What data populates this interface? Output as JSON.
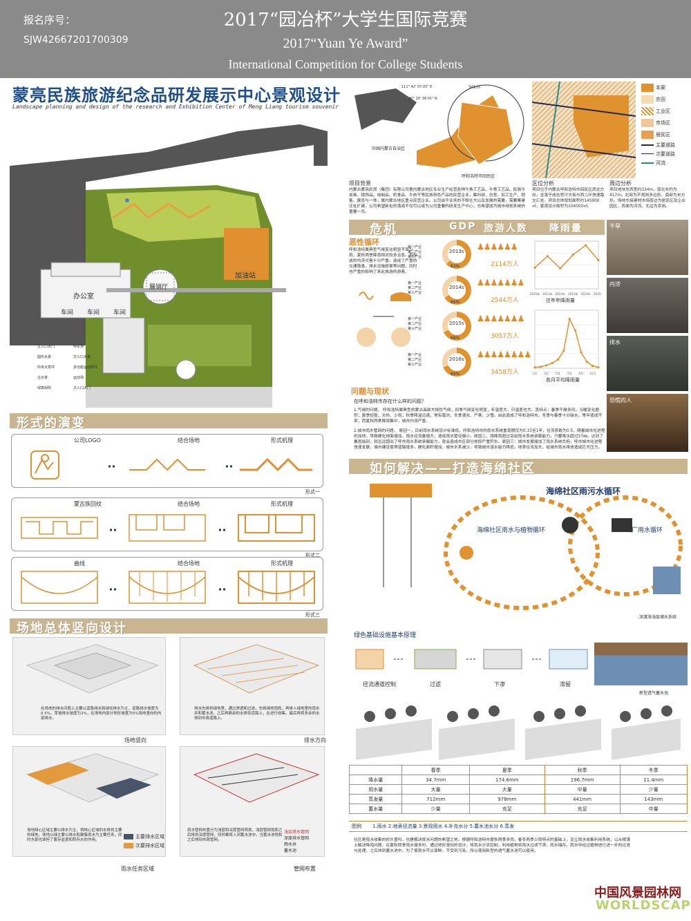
{
  "header": {
    "reg_label": "报名序号：",
    "reg_code": "SJW42667201700309",
    "title_cn": "2017“园冶杯”大学生国际竞赛",
    "title_en": "2017“Yuan Ye Award”",
    "subtitle_en": "International Competition for College Students"
  },
  "project": {
    "title": "蒙亮民族旅游纪念品研发展示中心景观设计",
    "subtitle": "Landscape planning and design of the research and Exhibition Center of Meng Liang tourism souvenir"
  },
  "plan": {
    "labels": {
      "office": "办公室",
      "workshop": "车间",
      "showroom": "展销厅",
      "gas": "加油站"
    },
    "legend": [
      "主入口大门",
      "停车场",
      "圆形水景",
      "次入口水景",
      "中央大草坪",
      "多功能运动草坪",
      "主水景",
      "运动场",
      "绿篱树阵",
      "次入口大门"
    ]
  },
  "map": {
    "coord1": "111° 42' 07.05\" E",
    "coord2": "40° 29' 38.01\" N",
    "scale": "50km",
    "region": "中国内蒙古自治区",
    "city": "呼和浩特市回民区"
  },
  "zone_legend": [
    "本案",
    "农田",
    "工业区",
    "市场区",
    "居民区",
    "主要道路",
    "次要道路",
    "河流"
  ],
  "background": {
    "heading": "项目背景",
    "text": "内蒙古蒙亮民贸（集团）有限公司是内蒙古地区专业生产经营各种牛角工艺品、牛骨工艺品、民族牛皮画、银饰品、绒制品、奶食品、牛肉干等民族特色产品的民营企业，集科研、创意、加工生产、销售、展览与一体，属内蒙古地区重点民营企业。公司由于业务的不断壮大以及发展的需要，需要筹建迁址扩建。公司希望新址的落成不仅可以成为公司重要的研发生产中心，也希望成为城市绿地系统的重要一员。"
  },
  "location": {
    "heading": "区位分析",
    "text": "项目位于内蒙古呼和浩特市回民区西北方向，坐落于成吉思汗大街与西二环快速路交汇处。项目总体规划面积约145900㎡，景观设计面积为104000㎡。"
  },
  "surround": {
    "heading": "周边分析",
    "text": "项目地块东西宽约334m，南北长约为417m。北部为不规则多边形，南部为长方形。场地东接建材市场南边为居民区及企业园区，西面为河流，北边为农田。"
  },
  "crisis": {
    "band": "危机",
    "cycle": "恶性循环",
    "cycle_text": "呼和浩特属典型气候变化明显干旱少雨，夏秋两季降雨相对较多且急。其形成的内涝灾害十分严重。造成了严重的交通隐患，排水设施损害等问题，同时也严重的影响了来此旅游的游客。",
    "gdp_label": "GDP",
    "tour_label": "旅游人数",
    "rain_label": "降雨量",
    "gdp_rows": [
      {
        "year": "2013s",
        "pct": "63%",
        "people": "2114万人"
      },
      {
        "year": "2014s",
        "pct": "66%",
        "people": "2544万人"
      },
      {
        "year": "2015s",
        "pct": "68%",
        "people": "3057万人"
      },
      {
        "year": "2016s",
        "pct": "69%",
        "people": "3458万人"
      }
    ],
    "industry_legend": [
      "第一产业",
      "第二产业",
      "第三产业"
    ],
    "rain_year_title": "往年年降雨量",
    "rain_month_title": "各月平均降雨量",
    "side_labels": [
      "干旱",
      "内涝",
      "排水",
      "恐慌的人"
    ]
  },
  "chart_data": [
    {
      "type": "line",
      "title": "往年年降雨量",
      "x": [
        "2010年",
        "2011年",
        "2012年",
        "2013年",
        "2014年",
        "2015年"
      ],
      "values": [
        310,
        480,
        300,
        500,
        640,
        420
      ],
      "ylim": [
        0,
        700
      ]
    },
    {
      "type": "line",
      "title": "各月平均降雨量",
      "x": [
        "1月",
        "2月",
        "3月",
        "4月",
        "5月",
        "6月",
        "7月",
        "8月",
        "9月",
        "10月",
        "11月",
        "12月"
      ],
      "values": [
        3,
        5,
        10,
        18,
        30,
        60,
        170,
        130,
        55,
        22,
        8,
        3
      ],
      "ylim": [
        0,
        200
      ]
    }
  ],
  "problems": {
    "heading": "问题与现状",
    "question": "在呼和浩特市存在什么样的问题？",
    "p1": "1.气候的问题。 呼和浩特属典型的蒙古高原大陆性气候，四季气候变化明显，年温差大，日温差也大。其特点：春季干燥多风，冷暖变化剧烈；夏季短暂、炎热、少雨；秋季降温迅速，常有霜冻；冬季漫长、严寒、少雪。由此造成了呼和浩特市，冬季与春季十分缺水，常年造成干旱；而夏秋两季降雨集中，城市内涝严重。",
    "p2": "2.城市雨水管网的问题。 原因一，目前雨水系统设计标准低，呼和浩特市的雨水系统重现期仅为0.33至1年，径流系数为0.5，随着城市化进程的加快，导致硬化地面增加，雨水径流量增大，造成雨水管径偏小。原因二，强降雨超过目前雨水系统承载能力，只要降水超过57㎜，达到了暴雨级别，就远远超出了呼市雨水系统承载能力，就会造成市区部分地段严重积水。原因三：城市发展增加了雨水系统负担，呼市城市化进程快速发展，城市建设使得道路增多，硬化面积增加，城市水系减少，导致城市涵水能力降低，地表径流加大，给城市雨水排放造成巨大压力。"
  },
  "solution": {
    "band": "如何解决——打造海绵社区",
    "cycle_title": "海绵社区雨污水循环",
    "plant_cycle": "海绵社区雨水与植物循环",
    "factory_cycle": "工厂用水循环",
    "green_title": "绿色基础设施基本原理",
    "principles": [
      "径流通道控制",
      "过滤",
      "下渗",
      "滞留"
    ],
    "tank_label": "深渡海浅层储水系统",
    "pool_label": "新型透气蓄水池"
  },
  "season_table": {
    "headers": [
      "",
      "春季",
      "夏季",
      "秋季",
      "冬季"
    ],
    "rows": [
      [
        "降水量",
        "34.7mm",
        "174.6mm",
        "196.7mm",
        "11.4mm"
      ],
      [
        "用水量",
        "大量",
        "大量",
        "中量",
        "少量"
      ],
      [
        "蒸发量",
        "712mm",
        "978mm",
        "441mm",
        "143mm"
      ],
      [
        "蓄水量",
        "少量",
        "充足",
        "充足",
        "中量"
      ]
    ],
    "legend_label": "图例",
    "legend": "1.雨水 2.地表径流量 3.景观用水 4.补充水分 5.蓄水池水分 6.蒸发"
  },
  "conclusion": "社区是雨水收集的桥头堡吗，也是解决雨水问题的希望之地。根据呼和浩特市夏秋两季多雨，春冬两季少雨特点的基础上，设立雨水收集利用系统，以从根源上解决降雨问题。在夏秋两季雨水增多时，通过地形竖向的设计，将雨水分流控制，利用植物将雨水过滤下渗，雨水储存，雨水中经过植物进行进一步的过滤与处理，之后排到蓄水池中。为了使雨水可以保鲜，不受到污染，所以使用新型的透气蓄水池可以使用。",
  "evolution": {
    "band": "形式的演变",
    "rows": [
      {
        "a": "公司LOGO",
        "b": "结合场地",
        "c": "形式机理",
        "tag": "形式一"
      },
      {
        "a": "蒙古族回纹",
        "b": "结合场地",
        "c": "形式机理",
        "tag": "形式二"
      },
      {
        "a": "曲线",
        "b": "结合场地",
        "c": "形式机理",
        "tag": "形式三"
      }
    ]
  },
  "vertical": {
    "band": "场地总体竖向设计",
    "t1": "在场地的排水问题上主要以道路排水和绿化排水为主，道路排水坡度为0.5%，草坡排水坡度为2%，在场地内部分地形坡度为5%场地竖向的内部排水。",
    "c1": "场地竖向",
    "t2": "排水先排到绿地里，通过渗透和过滤，先将绿地饱和，再排入绿地里的雨水井和蓄水池，之后再剩余的水排到道路上，在进行收集，最后再将多余的水排到市政道路上。",
    "c2": "排水方向",
    "t3": "场地绿心区域主要以排水为主，将核心区域的水排到主要的绿地，场地以绿主要以排水和聚集雨水为主要任务，同时水景也承担了蓄存盆景和转存水的作用。",
    "c3": "雨水任务区域",
    "t4": "雨水管网布置分为浅层和深度管网两类，浅层管网饱和之后排到深度管网，同时都将入到蓄水池中，当蓄水池饱和之后排到市政管网。",
    "c4": "管网布置",
    "leg3": [
      "主要排水区域",
      "次要排水区域"
    ],
    "leg4": [
      "浅层排水管网",
      "深度排水管网",
      "雨水井",
      "蓄水池"
    ]
  },
  "watermark": {
    "cn": "中国风景园林网",
    "en": "WORLDSCAPE"
  }
}
